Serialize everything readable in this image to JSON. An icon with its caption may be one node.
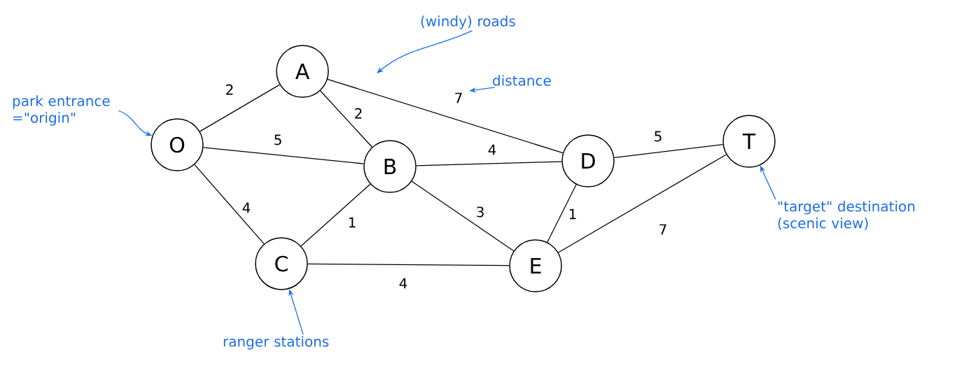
{
  "diagram": {
    "nodes": [
      {
        "text": [
          "O"
        ]
      },
      {
        "text": [
          "A"
        ]
      },
      {
        "text": [
          "B"
        ]
      },
      {
        "text": [
          "C"
        ]
      },
      {
        "text": [
          "D"
        ]
      },
      {
        "text": [
          "E"
        ]
      },
      {
        "text": [
          "T"
        ]
      },
      {
        "text": [
          "park entrance =\"origin\""
        ]
      },
      {
        "text": [
          "(windy) roads"
        ]
      },
      {
        "text": [
          "distance"
        ]
      },
      {
        "text": [
          "ranger stations"
        ]
      },
      {
        "text": [
          "\"target\" destination (scenic view)"
        ]
      }
    ],
    "edges": [
      {
        "from": 0,
        "to": 1,
        "arrow": "none",
        "label": "2"
      },
      {
        "from": 0,
        "to": 2,
        "arrow": "none",
        "label": "5"
      },
      {
        "from": 0,
        "to": 3,
        "arrow": "none",
        "label": "4"
      },
      {
        "from": 1,
        "to": 2,
        "arrow": "none",
        "label": "2"
      },
      {
        "from": 1,
        "to": 4,
        "arrow": "none",
        "label": "7"
      },
      {
        "from": 2,
        "to": 4,
        "arrow": "none",
        "label": "4"
      },
      {
        "from": 2,
        "to": 3,
        "arrow": "none",
        "label": "1"
      },
      {
        "from": 2,
        "to": 5,
        "arrow": "none",
        "label": "3"
      },
      {
        "from": 3,
        "to": 5,
        "arrow": "none",
        "label": "4"
      },
      {
        "from": 4,
        "to": 5,
        "arrow": "none",
        "label": "1"
      },
      {
        "from": 4,
        "to": 6,
        "arrow": "none",
        "label": "5"
      },
      {
        "from": 5,
        "to": 6,
        "arrow": "none",
        "label": "7"
      },
      {
        "from": 7,
        "to": 0,
        "arrow": "to",
        "color": "#1e6fe6"
      },
      {
        "from": 8,
        "to": null,
        "arrow": "to",
        "color": "#1e6fe6"
      },
      {
        "from": 9,
        "to": null,
        "arrow": "to",
        "color": "#1e6fe6"
      },
      {
        "from": 10,
        "to": 3,
        "arrow": "to",
        "color": "#1e6fe6"
      },
      {
        "from": 11,
        "to": 6,
        "arrow": "to",
        "color": "#1e6fe6"
      }
    ]
  }
}
